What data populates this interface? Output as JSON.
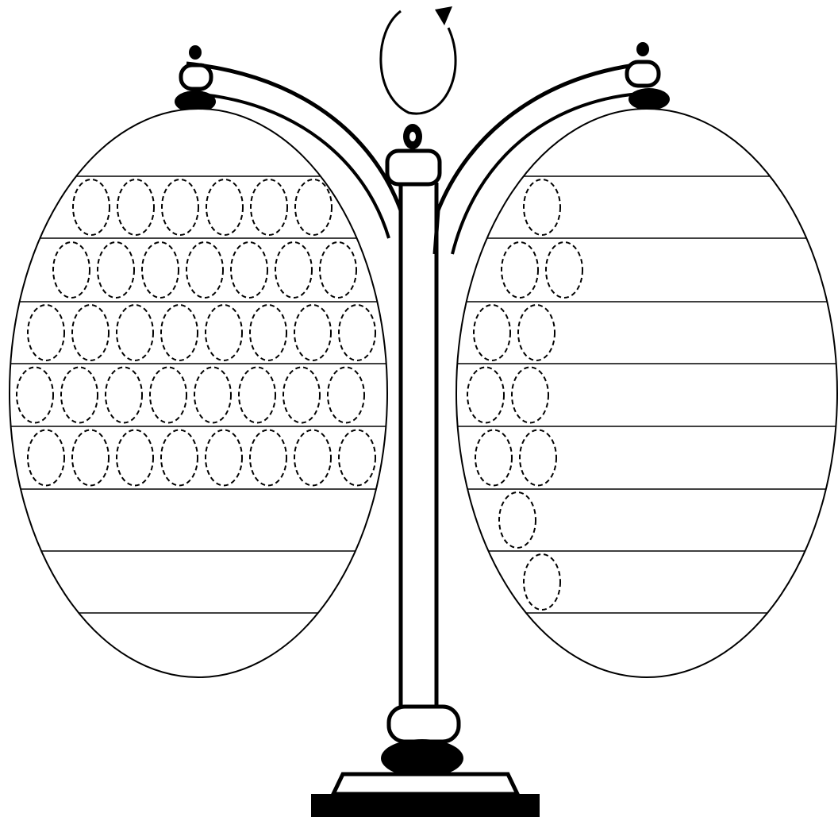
{
  "colors": {
    "ink": "#000000",
    "paper": "#ffffff"
  },
  "figure": {
    "subject": "balance-scale-abacus",
    "rotation_arrow": "clockwise-arrow-icon"
  },
  "left_pan": {
    "ruled_rows": 7,
    "bead_rows": [
      6,
      7,
      8,
      8,
      8,
      0,
      0
    ]
  },
  "right_pan": {
    "ruled_rows": 7,
    "bead_rows": [
      1,
      2,
      2,
      2,
      2,
      1,
      1
    ]
  }
}
